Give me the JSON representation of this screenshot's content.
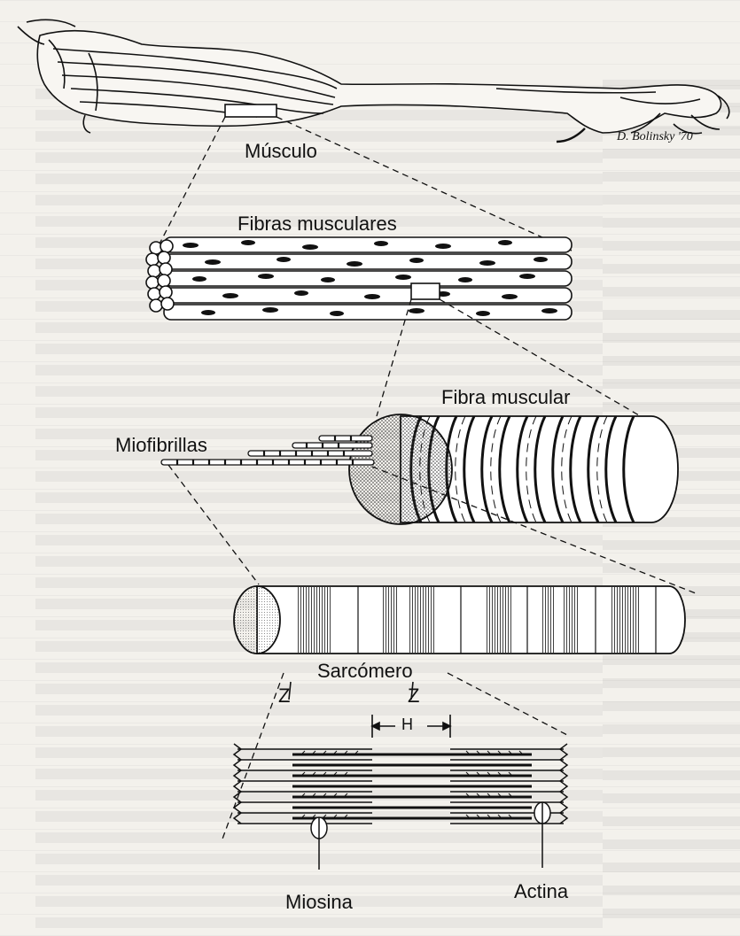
{
  "labels": {
    "musculo": "Músculo",
    "fibras_musculares": "Fibras musculares",
    "fibra_muscular": "Fibra muscular",
    "miofibrillas": "Miofibrillas",
    "sarcomero": "Sarcómero",
    "z_left": "Z",
    "z_right": "Z",
    "h": "H",
    "miosina": "Miosina",
    "actina": "Actina"
  },
  "signature": "D. Bolinsky '70",
  "colors": {
    "ink": "#111111",
    "paper": "#f3f1ec"
  }
}
